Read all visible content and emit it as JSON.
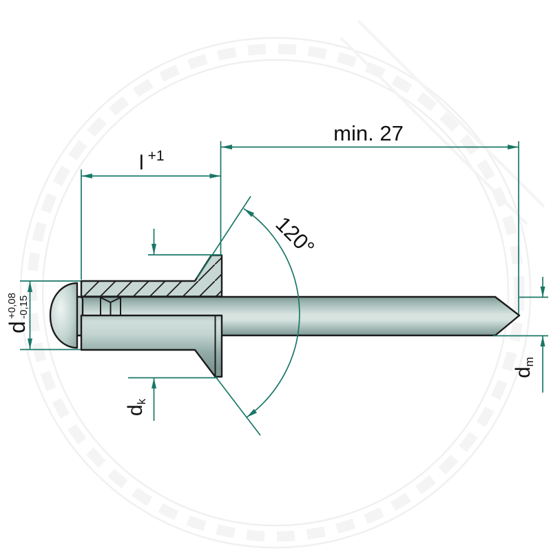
{
  "drawing": {
    "subject": "countersunk-blind-rivet-section",
    "dimensions": {
      "mandrel_protrusion": {
        "label": "min. 27"
      },
      "body_length": {
        "label": "l",
        "tolerance": "+1"
      },
      "countersink_angle": {
        "label": "120°"
      },
      "body_diameter": {
        "label": "d",
        "tol_upper": "+0,08",
        "tol_lower": "-0,15"
      },
      "head_diameter": {
        "label": "d",
        "subscript": "k"
      },
      "mandrel_diameter": {
        "label": "d",
        "subscript": "m"
      }
    }
  },
  "colors": {
    "dim": "#1a7767",
    "outline": "#1c1c1c",
    "ink": "#111111",
    "metal_light": "#d8e5e1",
    "metal_dark": "#7d9793",
    "hatch_fill": "#c7d7d3",
    "background": "#ffffff"
  }
}
